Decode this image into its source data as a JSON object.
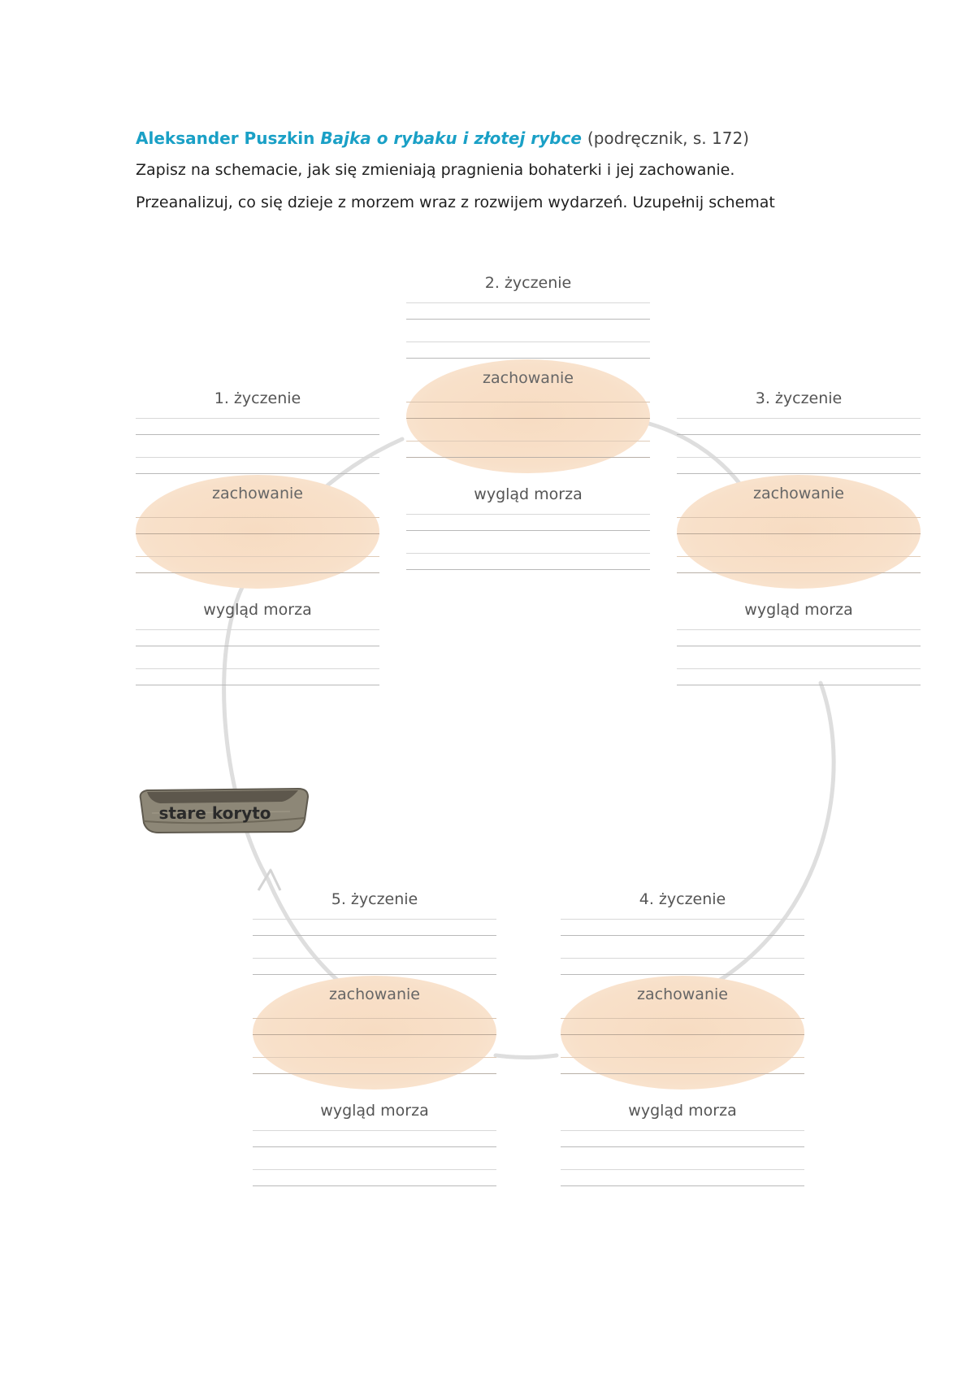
{
  "header": {
    "author": "Aleksander Puszkin",
    "work_title": "Bajka o rybaku i złotej rybce",
    "reference": "(podręcznik, s. 172)",
    "instruction_1": "Zapisz na schemacie, jak się zmieniają pragnienia bohaterki i jej zachowanie.",
    "instruction_2": "Przeanalizuj, co się dzieje z morzem wraz z rozwijem wydarzeń. Uzupełnij schemat"
  },
  "blocks": [
    {
      "wish": "1. życzenie",
      "behavior": "zachowanie",
      "sea": "wygląd morza"
    },
    {
      "wish": "2. życzenie",
      "behavior": "zachowanie",
      "sea": "wygląd morza"
    },
    {
      "wish": "3. życzenie",
      "behavior": "zachowanie",
      "sea": "wygląd morza"
    },
    {
      "wish": "4. życzenie",
      "behavior": "zachowanie",
      "sea": "wygląd morza"
    },
    {
      "wish": "5. życzenie",
      "behavior": "zachowanie",
      "sea": "wygląd morza"
    }
  ],
  "trough": {
    "label": "stare koryto",
    "icon": "wooden-trough-icon"
  },
  "colors": {
    "title": "#1aa0c6",
    "oval": "#f8e0c9",
    "cycle": "#dcdcdc"
  }
}
